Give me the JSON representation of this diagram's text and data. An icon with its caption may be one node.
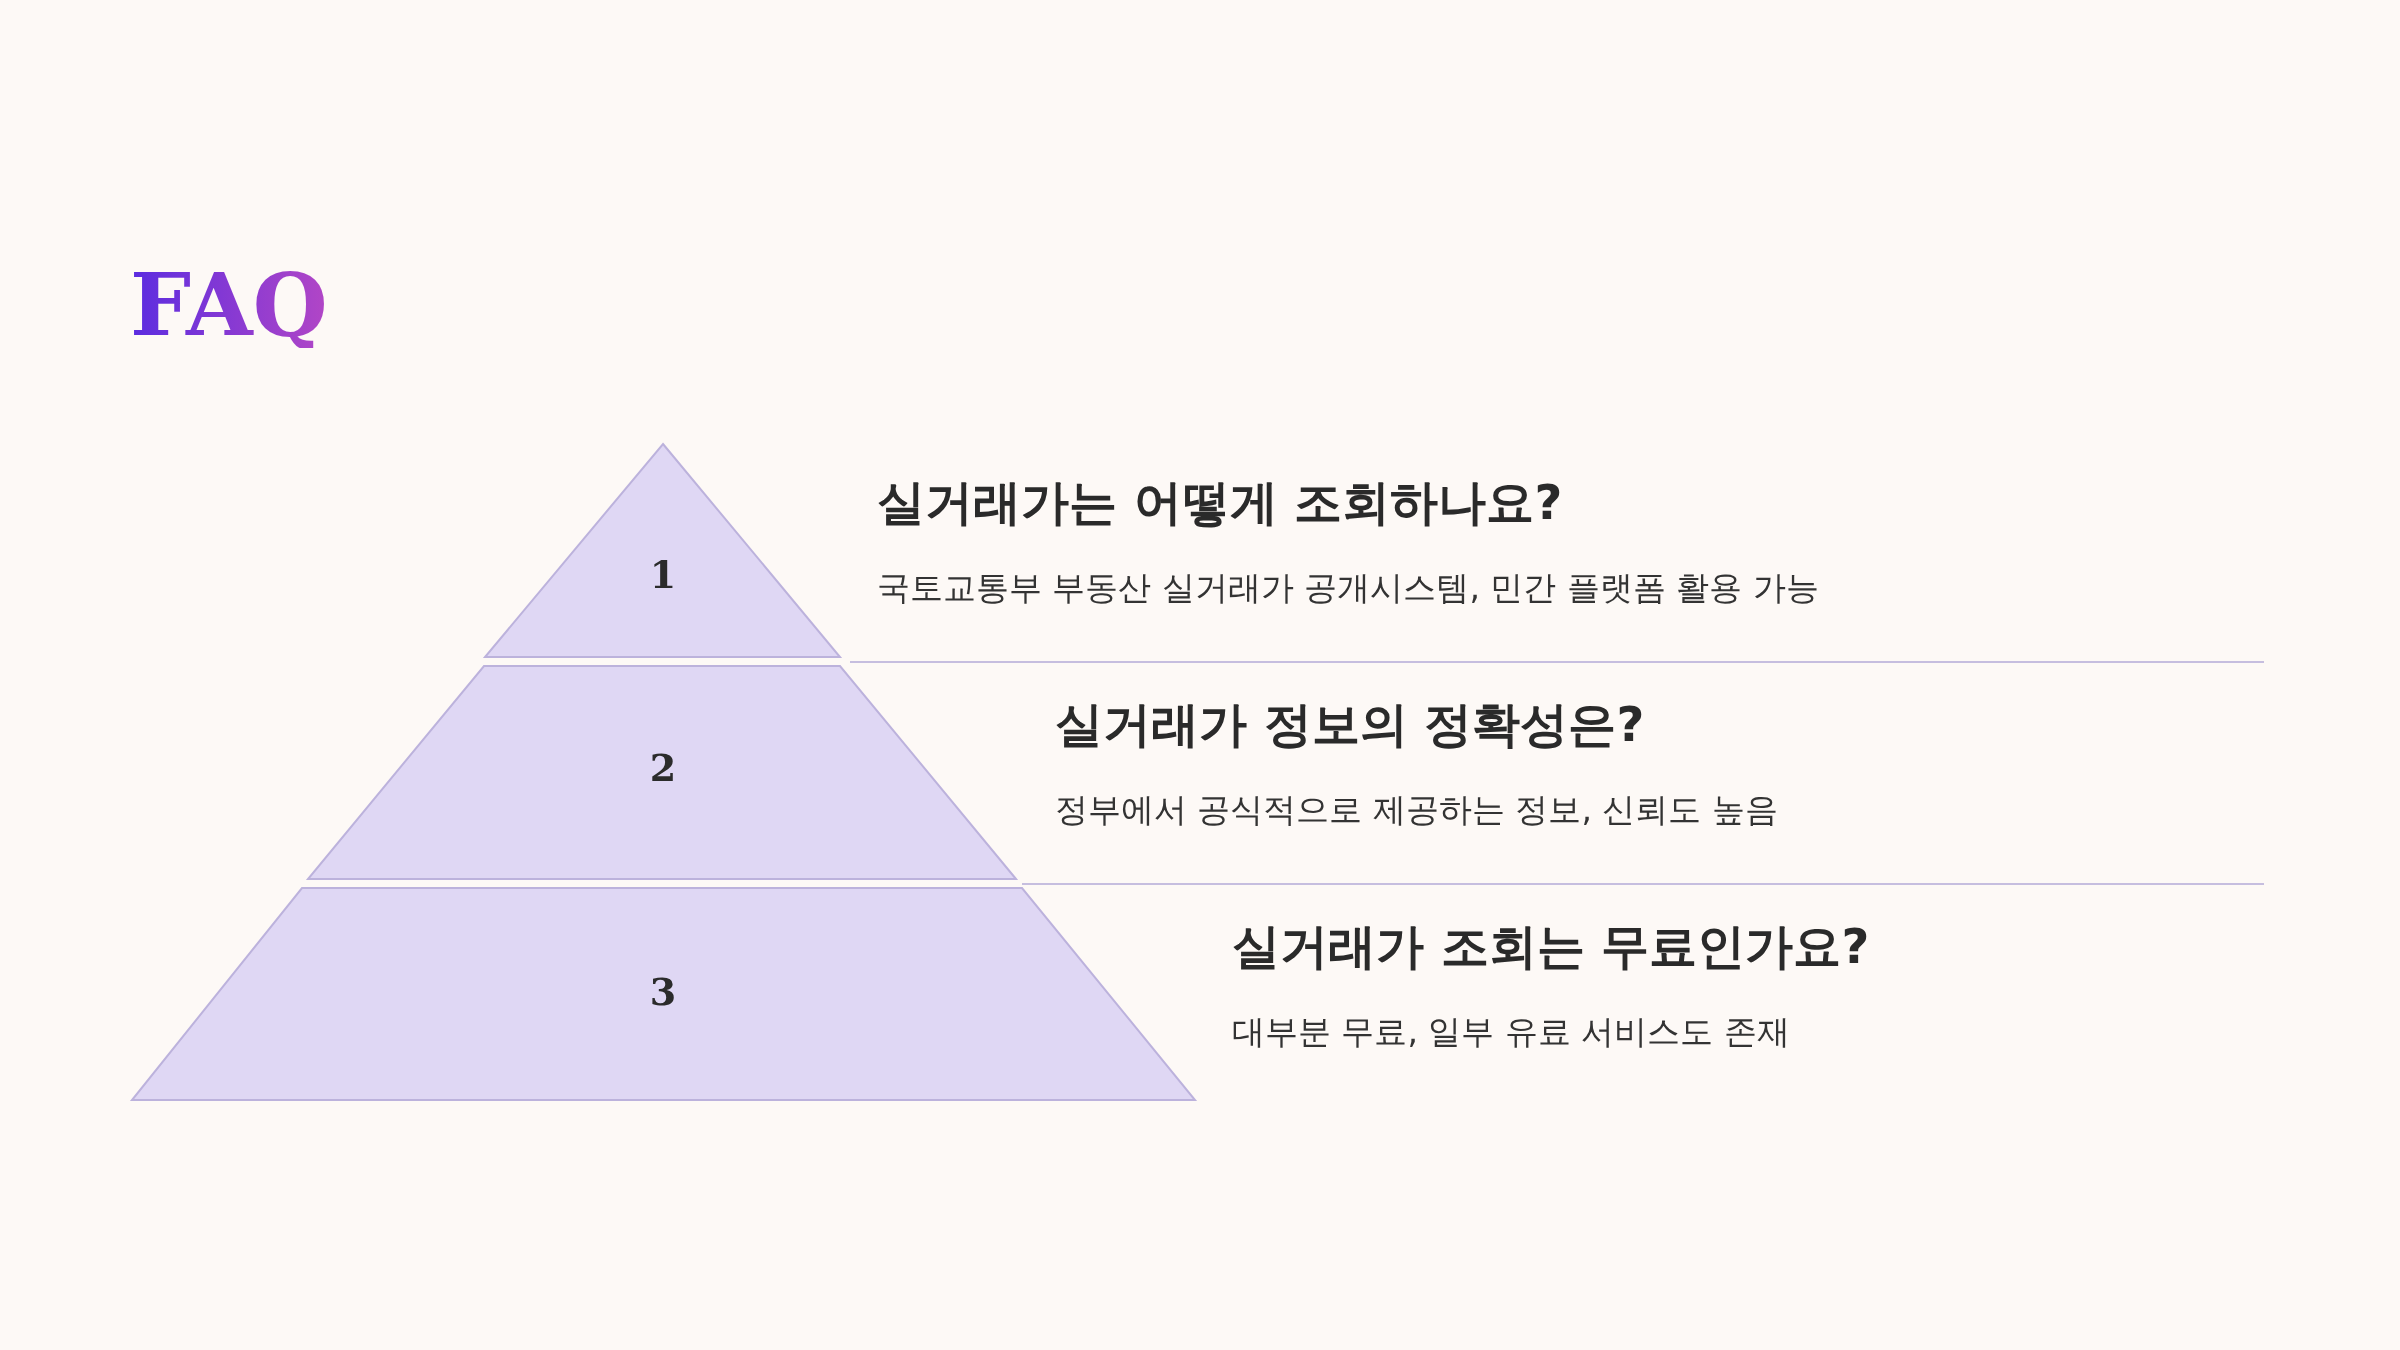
{
  "diagram": {
    "title": "FAQ",
    "nodes": [
      {
        "text": [
          "1"
        ],
        "beside": [
          "실거래가는 어떻게 조회하나요?",
          "국토교통부 부동산 실거래가 공개시스템, 민간 플랫폼 활용 가능"
        ]
      },
      {
        "text": [
          "2"
        ],
        "beside": [
          "실거래가 정보의 정확성은?",
          "정부에서 공식적으로 제공하는 정보, 신뢰도 높음"
        ]
      },
      {
        "text": [
          "3"
        ],
        "beside": [
          "실거래가 조회는 무료인가요?",
          "대부분 무료, 일부 유료 서비스도 존재"
        ]
      }
    ]
  }
}
